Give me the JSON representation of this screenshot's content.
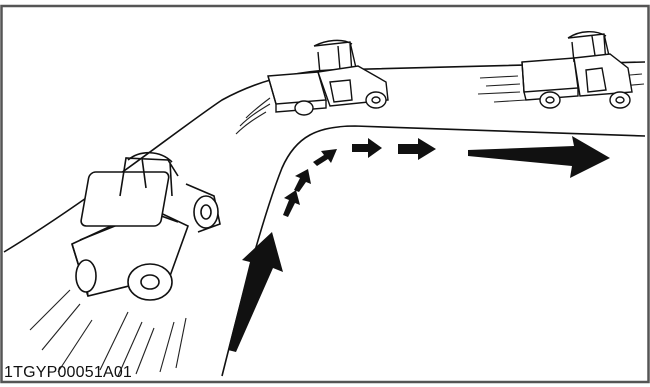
{
  "figure": {
    "caption": "1TGYP00051A01",
    "colors": {
      "ink": "#111111",
      "frame": "#555555",
      "paper": "#ffffff"
    },
    "depicts": [
      "utility-vehicle",
      "utility-vehicle",
      "utility-vehicle",
      "curved-road",
      "direction-arrows"
    ]
  }
}
